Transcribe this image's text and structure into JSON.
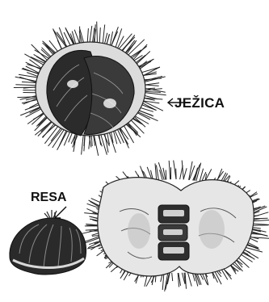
{
  "labels": {
    "burr": "JEŽICA",
    "tassel": "RESA"
  },
  "illustration": {
    "style": "black-and-white engraving",
    "subjects": [
      "spiny-burr-icon",
      "opened-burr-icon",
      "chestnut-icon"
    ]
  },
  "colors": {
    "ink": "#111111",
    "paper": "#ffffff",
    "shade": "#3a3a3a"
  }
}
